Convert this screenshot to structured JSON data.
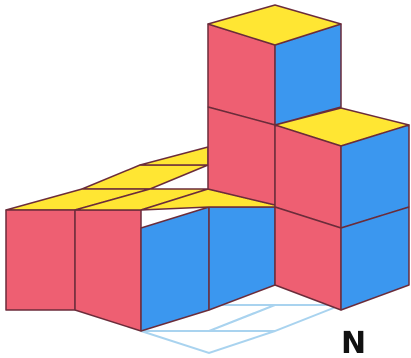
{
  "figure": {
    "corner_label": "N"
  },
  "colors": {
    "top_face": "#ffe633",
    "front_face": "#ee5f72",
    "side_face": "#3b97ef",
    "edge": "#6b2c3a",
    "floor_outline": "#a9d3ef",
    "label": "#111111"
  },
  "structure": {
    "cube_count": 9,
    "description_faces": [
      "top",
      "front",
      "side"
    ]
  }
}
